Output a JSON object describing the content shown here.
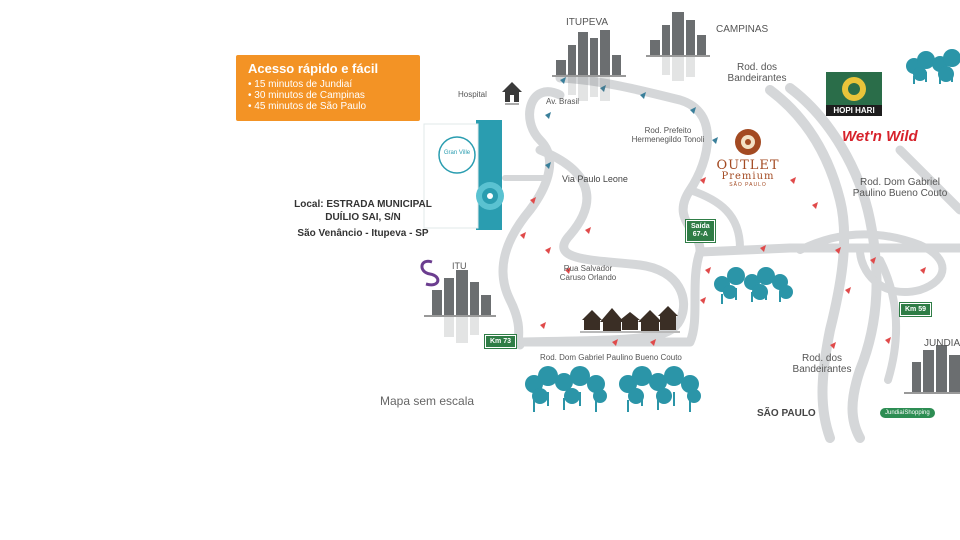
{
  "info_box": {
    "title": "Acesso rápido e fácil",
    "items": [
      "• 15 minutos de Jundiaí",
      "• 30 minutos de Campinas",
      "• 45 minutos de São Paulo"
    ]
  },
  "local": {
    "line1": "Local: ESTRADA MUNICIPAL",
    "line2": "DUÍLIO SAI, S/N",
    "line3": "São Venâncio - Itupeva - SP"
  },
  "places": {
    "itupeva": "ITUPEVA",
    "campinas": "CAMPINAS",
    "hospital": "Hospital",
    "av_brasil": "Av. Brasil",
    "rod_prefeito": "Rod. Prefeito",
    "rod_prefeito2": "Hermenegildo Tonoli",
    "via_paulo_leone": "Via Paulo Leone",
    "rod_bandeirantes_top": "Rod. dos",
    "rod_bandeirantes_top2": "Bandeirantes",
    "rod_dom_gabriel_right": "Rod. Dom Gabriel",
    "rod_dom_gabriel_right2": "Paulino Bueno Couto",
    "rua_salvador": "Rua Salvador",
    "rua_salvador2": "Caruso Orlando",
    "itu": "ITU",
    "rod_dom_gabriel_bottom": "Rod. Dom Gabriel Paulino Bueno Couto",
    "rod_bandeirantes_bottom": "Rod. dos",
    "rod_bandeirantes_bottom2": "Bandeirantes",
    "sao_paulo": "SÃO PAULO",
    "jundiai": "JUNDIAÍ",
    "mapa_sem_escala": "Mapa sem escala"
  },
  "signs": {
    "saida": "Saída",
    "saida2": "67-A",
    "km59": "Km 59",
    "km73": "Km 73"
  },
  "brands": {
    "outlet1": "OUTLET",
    "outlet2": "Premium",
    "outlet3": "SÃO PAULO",
    "hopi_hari": "HOPI HARI",
    "wet_n_wild": "Wet'n Wild",
    "jundiai_shopping": "JundiaíShopping",
    "gran_ville": "Gran Ville"
  },
  "colors": {
    "orange": "#f39325",
    "road": "#d5d7d9",
    "tree": "#2b95a8",
    "sign_green": "#2f7d46",
    "arrow_red": "#e04a4a",
    "arrow_blue": "#3a7f9a"
  }
}
